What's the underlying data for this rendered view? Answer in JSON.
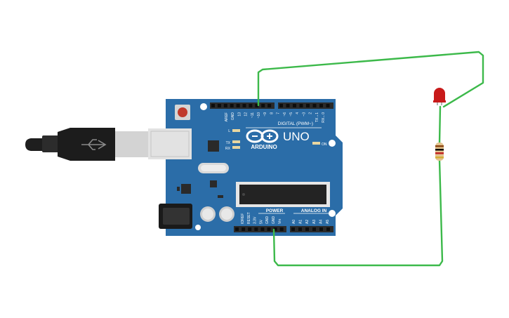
{
  "board": {
    "brand": "ARDUINO",
    "model": "UNO",
    "digital_header_label": "DIGITAL (PWM~)",
    "power_label": "POWER",
    "analog_label": "ANALOG IN",
    "led_l": "L",
    "led_tx": "TX",
    "led_rx": "RX",
    "led_on": "ON",
    "digital_pins": [
      "AREF",
      "GND",
      "13",
      "12",
      "~11",
      "~10",
      "~9",
      "8",
      "7",
      "~6",
      "~5",
      "4",
      "~3",
      "2",
      "TX→1",
      "RX←0"
    ],
    "power_pins": [
      "IOREF",
      "RESET",
      "3.3V",
      "5V",
      "GND",
      "GND",
      "Vin"
    ],
    "analog_pins": [
      "A0",
      "A1",
      "A2",
      "A3",
      "A4",
      "A5"
    ]
  },
  "components": {
    "led": {
      "color": "#c81a1a"
    },
    "resistor": {
      "bands": [
        "#8b4513",
        "#000000",
        "#c22222",
        "#d4af37"
      ]
    }
  },
  "wires": {
    "color": "#3cb94a"
  },
  "colors": {
    "board": "#2b6da8",
    "board_dark": "#1f5283",
    "header": "#2a2a2a",
    "pcb_text": "#ffffff"
  }
}
